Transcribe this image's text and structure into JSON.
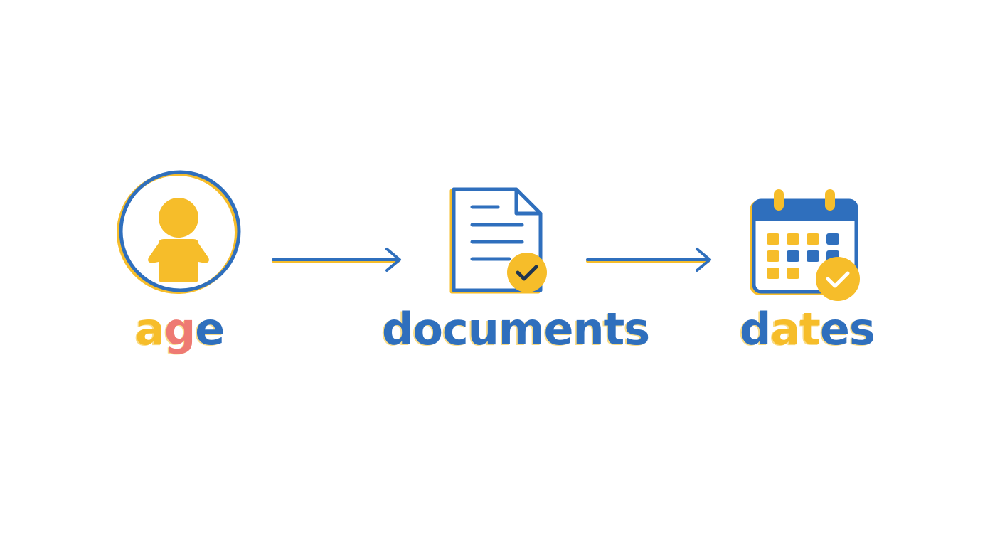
{
  "colors": {
    "blue": "#2f6fbd",
    "yellow": "#f6bd2a",
    "pink": "#ee7a73",
    "dark": "#1f3550",
    "background": "#ffffff"
  },
  "steps": [
    {
      "icon": "person-circle-icon",
      "label": "age",
      "letters": [
        {
          "text": "a",
          "color": "#f6bd2a"
        },
        {
          "text": "g",
          "color": "#ee7a73"
        },
        {
          "text": "e",
          "color": "#2f6fbd"
        }
      ]
    },
    {
      "icon": "document-check-icon",
      "label": "documents",
      "letters": [
        {
          "text": "documents",
          "color": "#2f6fbd"
        }
      ]
    },
    {
      "icon": "calendar-check-icon",
      "label": "dates",
      "letters": [
        {
          "text": "d",
          "color": "#2f6fbd"
        },
        {
          "text": "a",
          "color": "#f6bd2a"
        },
        {
          "text": "t",
          "color": "#f6bd2a"
        },
        {
          "text": "es",
          "color": "#2f6fbd"
        }
      ]
    }
  ],
  "connectors": [
    "arrow-right-icon",
    "arrow-right-icon"
  ]
}
